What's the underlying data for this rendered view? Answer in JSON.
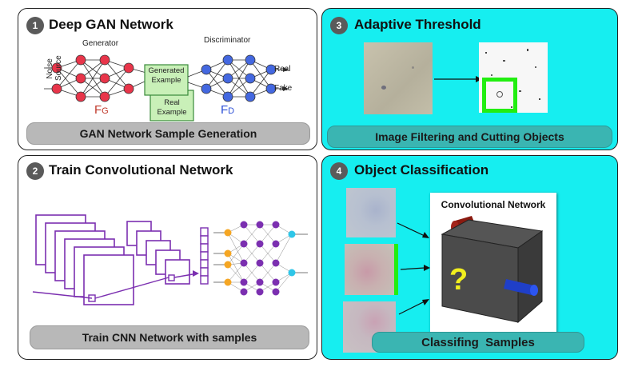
{
  "panels": [
    {
      "number": "1",
      "title": "Deep GAN Network",
      "caption": "GAN Network Sample Generation",
      "labels": {
        "generator": "Generator",
        "discriminator": "Discriminator",
        "noise_source": "Noise Source",
        "generated_example": "Generated Example",
        "real_example": "Real Example",
        "real": "Real",
        "fake": "Fake",
        "fg_main": "F",
        "fg_sub": "G",
        "fd_main": "F",
        "fd_sub": "D"
      }
    },
    {
      "number": "2",
      "title": "Train Convolutional Network",
      "caption": "Train CNN Network with samples"
    },
    {
      "number": "3",
      "title": "Adaptive Threshold",
      "caption": "Image Filtering and Cutting Objects"
    },
    {
      "number": "4",
      "title": "Object Classification",
      "caption": "Classifing  Samples",
      "box_title": "Convolutional Network",
      "box_symbol": "?"
    }
  ],
  "colors": {
    "panel_cyan": "#16eef0",
    "caption_gray": "#b8b8b8",
    "caption_teal": "#3ab5b2",
    "generator_node": "#e8354a",
    "discriminator_node": "#4468e0",
    "example_box": "#c9f0b8",
    "cnn_purple": "#7b2fb0",
    "cnn_orange": "#f5a623",
    "cnn_blue": "#2fc6e8",
    "detect_green": "#22ee11"
  }
}
